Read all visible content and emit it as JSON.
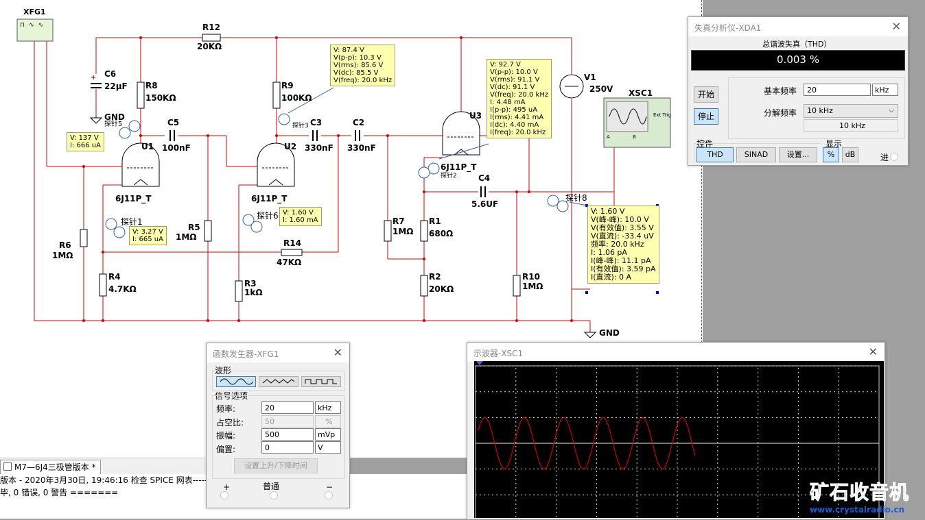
{
  "schematic": {
    "components": {
      "xfg": "XFG1",
      "r12": "R12",
      "r12_val": "20KΩ",
      "c6": "C6",
      "c6_val": "22μF",
      "r8": "R8",
      "r8_val": "150KΩ",
      "r9": "R9",
      "r9_val": "100KΩ",
      "c5": "C5",
      "c5_val": "100nF",
      "c3": "C3",
      "c3_val": "330nF",
      "c2": "C2",
      "c2_val": "330nF",
      "u1": "U1",
      "u1_type": "6J11P_T",
      "u2": "U2",
      "u2_type": "6J11P_T",
      "u3": "U3",
      "u3_type": "6J11P_T",
      "v1": "V1",
      "v1_val": "250V",
      "xsc": "XSC1",
      "ext_trig": "Ext Trig",
      "scope_a": "A",
      "scope_b": "B",
      "c4": "C4",
      "c4_val": "5.6UF",
      "r6": "R6",
      "r6_val": "1MΩ",
      "r5": "R5",
      "r5_val": "1MΩ",
      "r4": "R4",
      "r4_val": "4.7KΩ",
      "r3": "R3",
      "r3_val": "1kΩ",
      "r14": "R14",
      "r14_val": "47KΩ",
      "r7": "R7",
      "r7_val": "1MΩ",
      "r1": "R1",
      "r1_val": "680Ω",
      "r2": "R2",
      "r2_val": "20KΩ",
      "r10": "R10",
      "r10_val": "1MΩ",
      "gnd1": "GND",
      "gnd2": "GND",
      "plus_sign": "+"
    },
    "probe_labels": {
      "p5": "探针5",
      "p3": "探针3",
      "p2": "探针2",
      "p8": "探针8",
      "p1": "探针1",
      "p6": "探针6"
    },
    "probes": {
      "p5": "V: 137 V\nI: 666 uA",
      "p3": "V: 87.4 V\nV(p-p): 10.3 V\nV(rms): 85.6 V\nV(dc): 85.5 V\nV(freq): 20.0 kHz",
      "p2": "V: 92.7 V\nV(p-p): 10.0 V\nV(rms): 91.1 V\nV(dc): 91.1 V\nV(freq): 20.0 kHz\nI: 4.48 mA\nI(p-p): 495 uA\nI(rms): 4.41 mA\nI(dc): 4.40 mA\nI(freq): 20.0 kHz",
      "p1": "V: 3.27 V\nI: 665 uA",
      "p6": "V: 1.60 V\nI: 1.60 mA",
      "p8": "V: 1.60 V\nV(峰-峰): 10.0 V\nV(有效值): 3.55 V\nV(直流): -33.4 uV\n频率: 20.0 kHz\nI: 1.06 pA\nI(峰-峰): 11.1 pA\nI(有效值): 3.59 pA\nI(直流): 0 A"
    }
  },
  "tab": {
    "label": "M7—6J4三极管版本 *"
  },
  "log": {
    "line1": "版本 - 2020年3月30日, 19:46:16 检查 SPICE 网表------",
    "line2": "毕, 0 错误, 0 警告 ======="
  },
  "distortion": {
    "title": "失真分析仪-XDA1",
    "mode_title": "总谐波失真（THD）",
    "value": "0.003 %",
    "start": "开始",
    "stop": "停止",
    "fund_freq_label": "基本频率",
    "fund_freq_value": "20",
    "fund_freq_unit": "kHz",
    "resolution_label": "分解频率",
    "resolution_value": "10 kHz",
    "resolution_readout": "10 kHz",
    "controls_label": "控件",
    "thd": "THD",
    "sinad": "SINAD",
    "settings": "设置...",
    "display_label": "显示",
    "percent": "%",
    "db": "dB",
    "in_label": "进"
  },
  "funcgen": {
    "title": "函数发生器-XFG1",
    "waveform_label": "波形",
    "signal_label": "信号选项",
    "freq_label": "频率:",
    "freq_value": "20",
    "freq_unit": "kHz",
    "duty_label": "占空比:",
    "duty_value": "50",
    "duty_unit": "%",
    "amp_label": "振幅:",
    "amp_value": "500",
    "amp_unit": "mVp",
    "offset_label": "偏置:",
    "offset_value": "0",
    "offset_unit": "V",
    "rise_fall": "设置上升/下降时间",
    "plus": "+",
    "common": "普通",
    "minus": "−"
  },
  "scope": {
    "title": "示波器-XSC1",
    "signal": {
      "cycles_visible": 5.5,
      "amplitude_div": 1.0,
      "color": "#cc0000"
    }
  },
  "watermark": {
    "brand": "矿石收音机",
    "url": "www.crystalradio.cn"
  }
}
